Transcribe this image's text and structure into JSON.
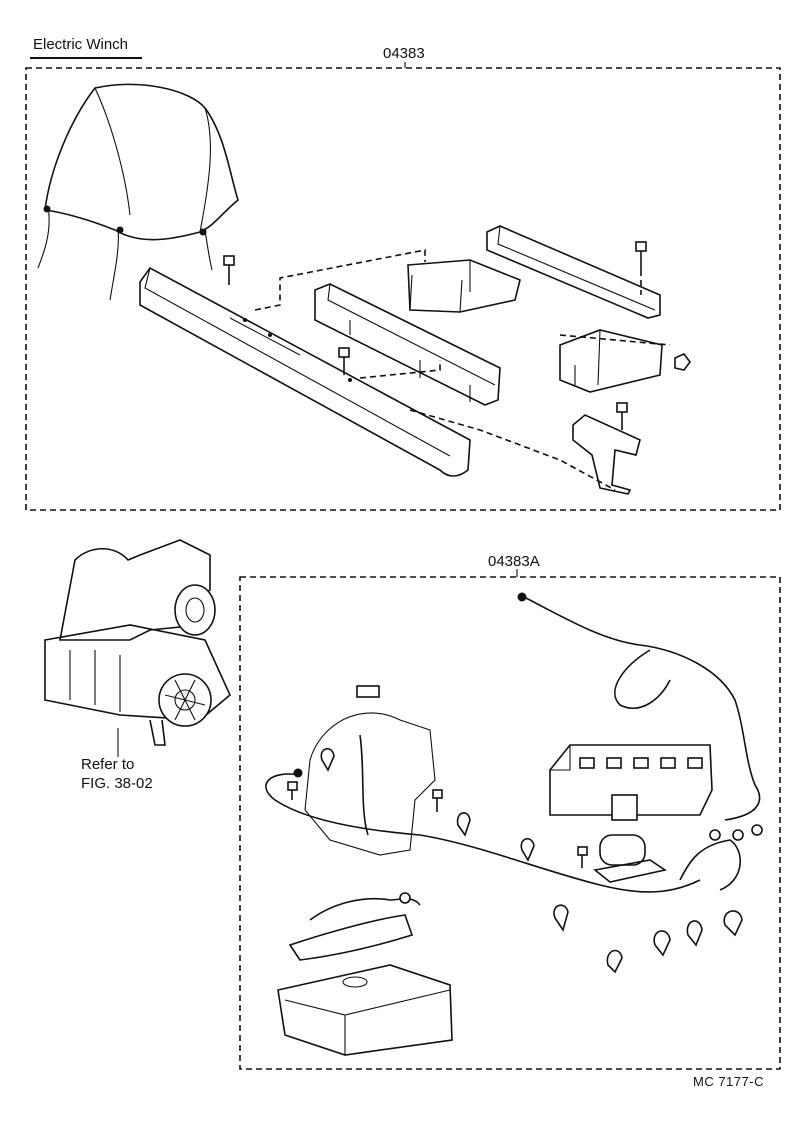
{
  "diagram": {
    "title": "Electric Winch",
    "top_kit_code": "04383",
    "bottom_kit_code": "04383A",
    "refer_line1": "Refer to",
    "refer_line2": "FIG. 38-02",
    "footer_code": "MC  7177-C"
  }
}
